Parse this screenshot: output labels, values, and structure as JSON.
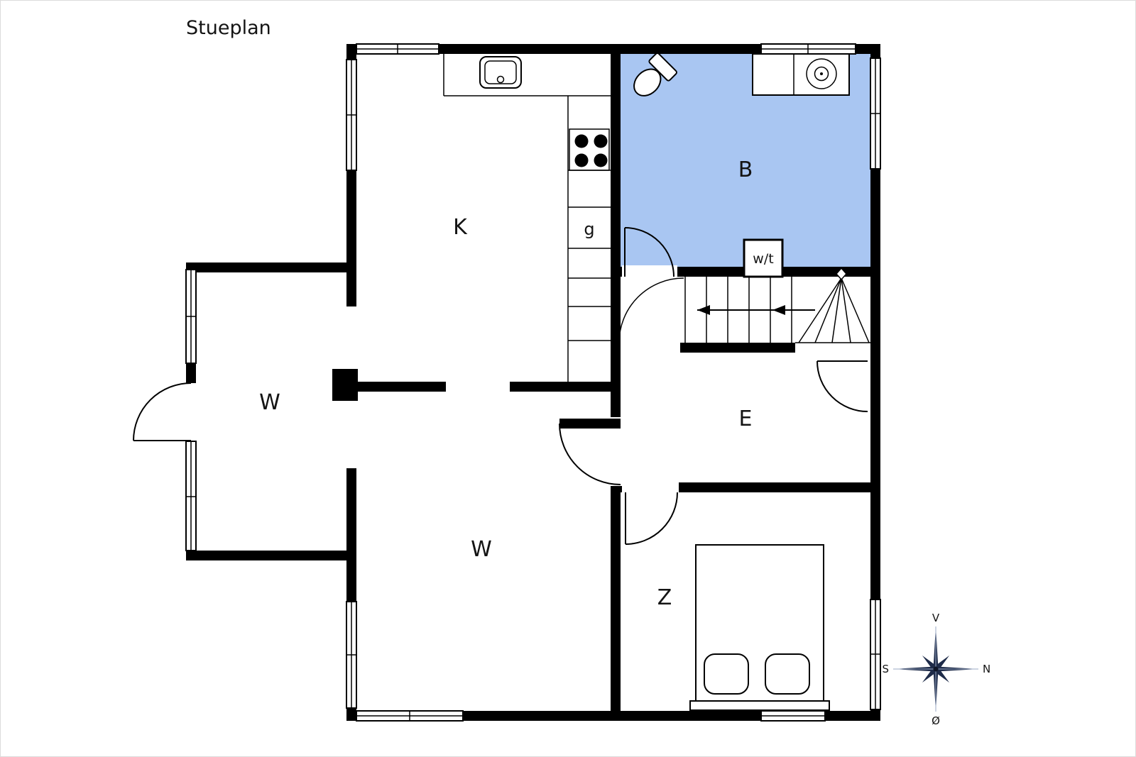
{
  "title": "Stueplan",
  "labels": {
    "kitchen": "K",
    "bathroom": "B",
    "pantry": "g",
    "wing_room": "W",
    "living_room": "W",
    "hall": "E",
    "bedroom": "Z",
    "washer_dryer": "w/t"
  },
  "compass": {
    "top": "V",
    "right": "N",
    "left": "S",
    "bottom": "Ø"
  },
  "colors": {
    "wall": "#000000",
    "bathroom_fill": "#a9c6f2",
    "compass_fill": "#1e2b49",
    "compass_seam": "#9aa8c4",
    "background": "#ffffff"
  }
}
